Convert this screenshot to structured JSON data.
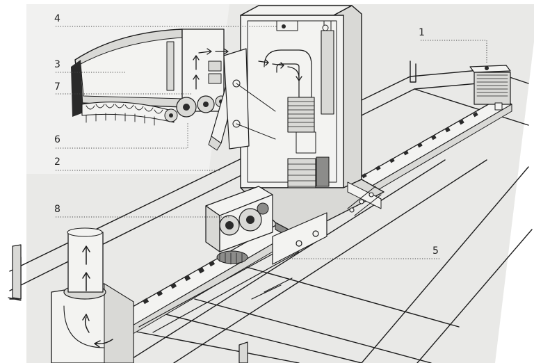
{
  "callouts": [
    {
      "id": "1",
      "label": "1"
    },
    {
      "id": "2",
      "label": "2"
    },
    {
      "id": "3",
      "label": "3"
    },
    {
      "id": "4",
      "label": "4"
    },
    {
      "id": "5",
      "label": "5"
    },
    {
      "id": "6",
      "label": "6"
    },
    {
      "id": "7",
      "label": "7"
    },
    {
      "id": "8",
      "label": "8"
    }
  ],
  "colors": {
    "ink": "#1b1b1b",
    "paper": "#ffffff",
    "shade": "#d9d9d6"
  }
}
